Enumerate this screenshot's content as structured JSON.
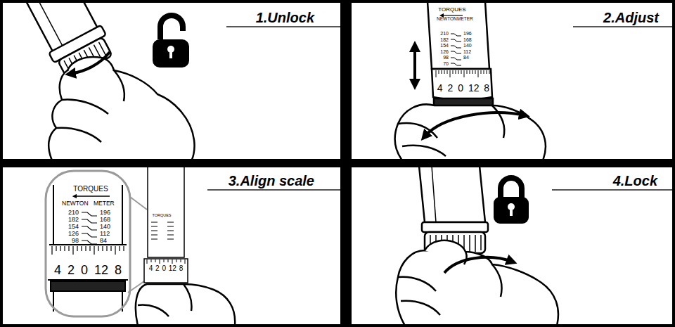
{
  "diagram": {
    "nodes": [
      {
        "text": [
          "1.Unlock"
        ]
      },
      {
        "text": [
          "2.Adjust"
        ]
      },
      {
        "text": [
          "3.Align scale"
        ]
      },
      {
        "text": [
          "4.Lock"
        ]
      }
    ],
    "labels": [
      "TORQUES",
      "NEWTON",
      "METER",
      "210",
      "182",
      "154",
      "126",
      "98",
      "70",
      "196",
      "168",
      "140",
      "112",
      "84",
      "4 2 0 12 8",
      "TORQUES",
      "NEWTON",
      "METER",
      "210",
      "182",
      "154",
      "126",
      "98",
      "196",
      "168",
      "140",
      "112",
      "84",
      "4 2 0 12 8",
      "TORQUES",
      "4 2 0 12 8"
    ]
  }
}
